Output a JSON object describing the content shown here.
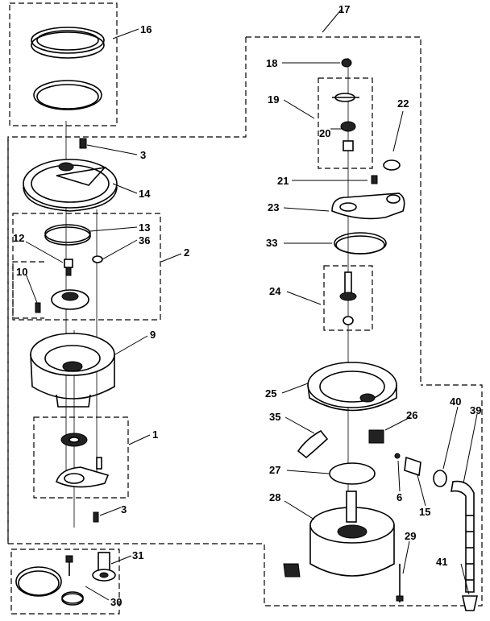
{
  "callouts": [
    {
      "id": "c16",
      "text": "16"
    },
    {
      "id": "c17",
      "text": "17"
    },
    {
      "id": "c18",
      "text": "18"
    },
    {
      "id": "c19",
      "text": "19"
    },
    {
      "id": "c20",
      "text": "20"
    },
    {
      "id": "c22",
      "text": "22"
    },
    {
      "id": "c3a",
      "text": "3"
    },
    {
      "id": "c14",
      "text": "14"
    },
    {
      "id": "c21",
      "text": "21"
    },
    {
      "id": "c23",
      "text": "23"
    },
    {
      "id": "c13",
      "text": "13"
    },
    {
      "id": "c12",
      "text": "12"
    },
    {
      "id": "c36",
      "text": "36"
    },
    {
      "id": "c2",
      "text": "2"
    },
    {
      "id": "c33",
      "text": "33"
    },
    {
      "id": "c10",
      "text": "10"
    },
    {
      "id": "c24",
      "text": "24"
    },
    {
      "id": "c9",
      "text": "9"
    },
    {
      "id": "c25",
      "text": "25"
    },
    {
      "id": "c40",
      "text": "40"
    },
    {
      "id": "c39",
      "text": "39"
    },
    {
      "id": "c35",
      "text": "35"
    },
    {
      "id": "c26",
      "text": "26"
    },
    {
      "id": "c1",
      "text": "1"
    },
    {
      "id": "c27",
      "text": "27"
    },
    {
      "id": "c6",
      "text": "6"
    },
    {
      "id": "c15",
      "text": "15"
    },
    {
      "id": "c3b",
      "text": "3"
    },
    {
      "id": "c28",
      "text": "28"
    },
    {
      "id": "c29",
      "text": "29"
    },
    {
      "id": "c31",
      "text": "31"
    },
    {
      "id": "c41",
      "text": "41"
    },
    {
      "id": "c30",
      "text": "30"
    }
  ]
}
